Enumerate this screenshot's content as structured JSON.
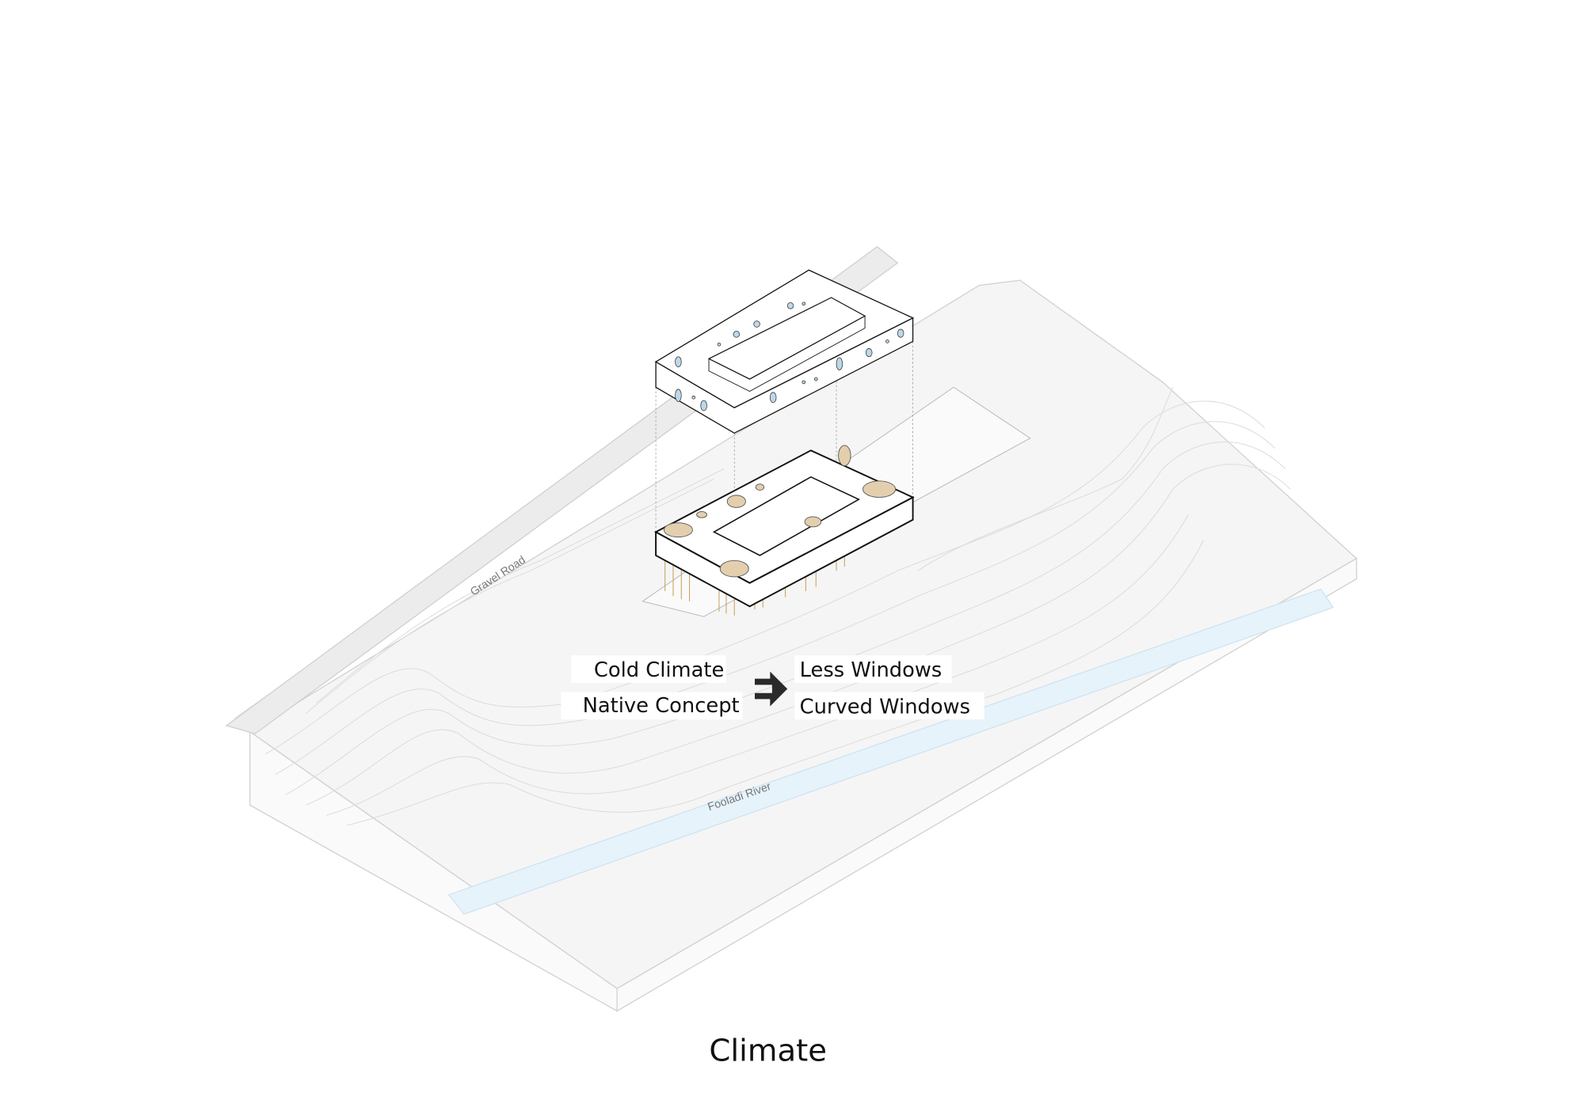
{
  "title": "Climate",
  "annotation": {
    "left": [
      "Cold Climate",
      "Native Concept"
    ],
    "right": [
      "Less Windows",
      "Curved Windows"
    ],
    "arrow_icon": "double-arrow-right-icon"
  },
  "map_labels": {
    "road": "Gravel Road",
    "river": "Fooladi River"
  },
  "colors": {
    "terrain": "#f2f2f2",
    "contour": "#d6d6d6",
    "river": "#e6f3fb",
    "columns": "#c9a15a",
    "window": "#d9c3a0",
    "window_upper": "#bcd8ea"
  }
}
